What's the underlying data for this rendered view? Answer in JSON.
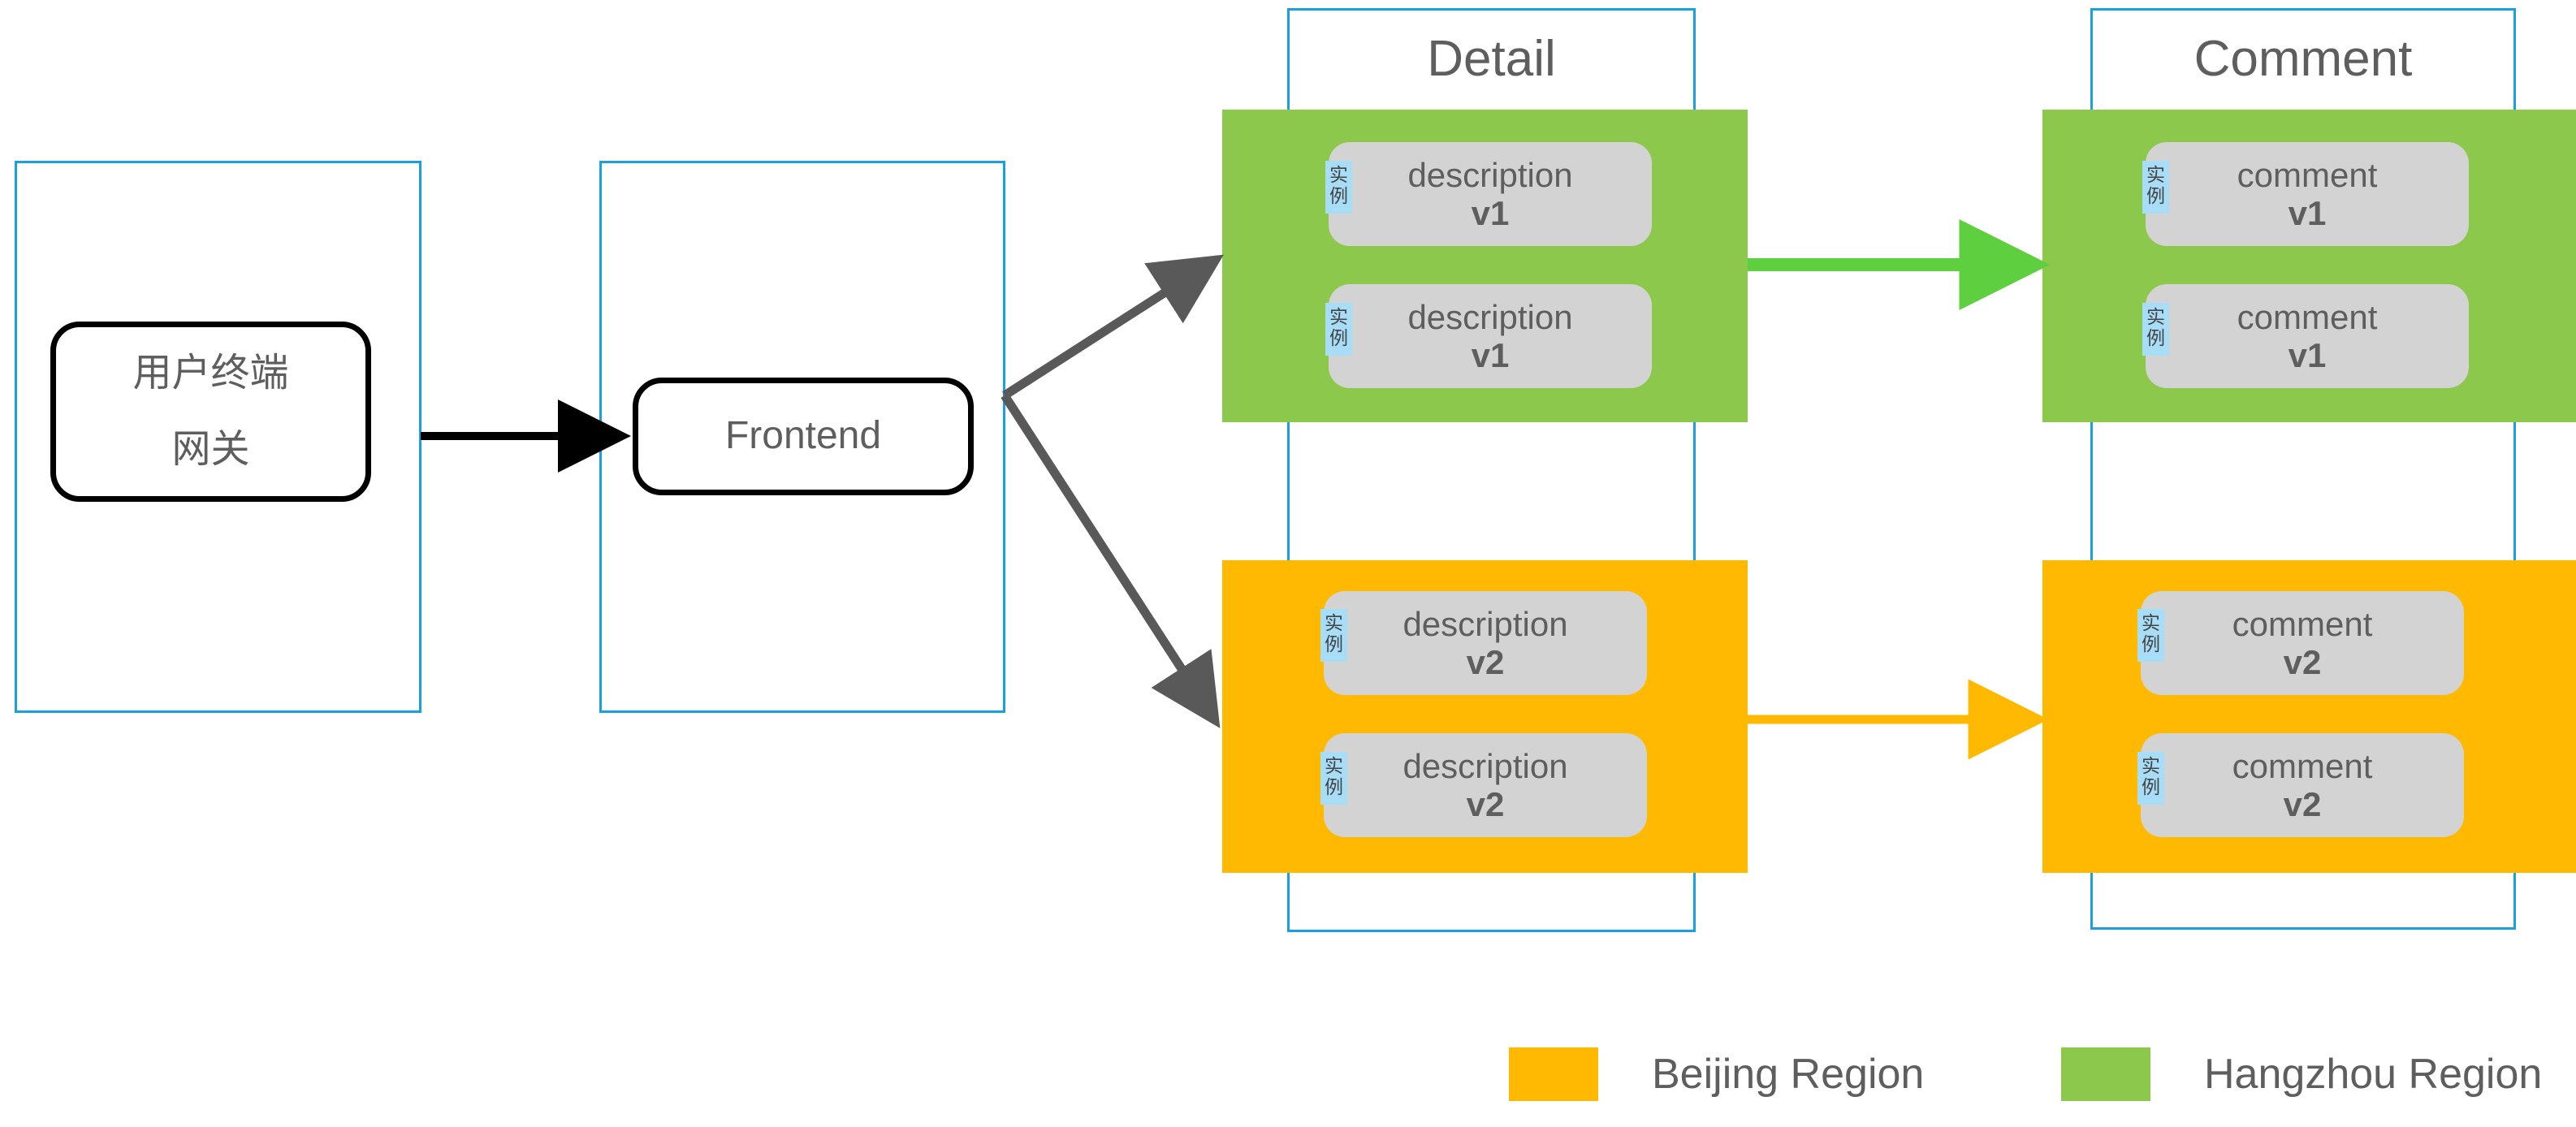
{
  "colors": {
    "container_border": "#1a9fe0",
    "hangzhou_green": "#8CC84B",
    "beijing_orange": "#FFB900",
    "arrow_green": "#5ED040",
    "arrow_orange": "#FFB900",
    "arrow_gray": "#595959",
    "arrow_black": "#000000",
    "card_gray": "#d3d3d3",
    "tag_blue": "#a8ddf7",
    "text_gray": "#5e5e5e"
  },
  "nodes": {
    "user_terminal": {
      "line1": "用户终端",
      "line2": "网关"
    },
    "frontend": {
      "label": "Frontend"
    }
  },
  "groups": [
    {
      "id": "detail",
      "title": "Detail"
    },
    {
      "id": "comment",
      "title": "Comment"
    }
  ],
  "instance_tag": {
    "char1": "实",
    "char2": "例"
  },
  "cards": {
    "detail_green": [
      {
        "name": "description",
        "version": "v1"
      },
      {
        "name": "description",
        "version": "v1"
      }
    ],
    "detail_orange": [
      {
        "name": "description",
        "version": "v2"
      },
      {
        "name": "description",
        "version": "v2"
      }
    ],
    "comment_green": [
      {
        "name": "comment",
        "version": "v1"
      },
      {
        "name": "comment",
        "version": "v1"
      }
    ],
    "comment_orange": [
      {
        "name": "comment",
        "version": "v2"
      },
      {
        "name": "comment",
        "version": "v2"
      }
    ]
  },
  "legend": {
    "items": [
      {
        "label": "Beijing Region",
        "color": "#FFB900"
      },
      {
        "label": "Hangzhou Region",
        "color": "#8CC84B"
      }
    ]
  }
}
